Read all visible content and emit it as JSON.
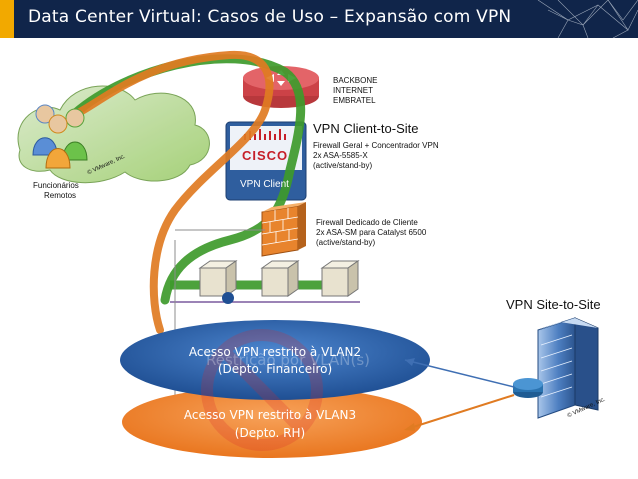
{
  "title": "Data Center Virtual: Casos de Uso – Expansão com VPN",
  "nodes": {
    "remote_users": {
      "label_line1": "Funcionários",
      "label_line2": "Remotos",
      "vendor": "© VMware, Inc."
    },
    "backbone": {
      "line1": "BACKBONE",
      "line2": "INTERNET",
      "line3": "EMBRATEL"
    },
    "vpn_client_to_site": {
      "heading": "VPN Client-to-Site",
      "line1": "Firewall Geral + Concentrador VPN",
      "line2": "2x ASA-5585-X",
      "line3": "(active/stand-by)",
      "logo_text": "CISCO",
      "badge": "VPN Client"
    },
    "customer_firewall": {
      "line1": "Firewall Dedicado de Cliente",
      "line2": "2x ASA-SM para Catalyst 6500",
      "line3": "(active/stand-by)"
    },
    "site_to_site": {
      "heading": "VPN Site-to-Site",
      "vendor": "© VMware, Inc."
    }
  },
  "zones": {
    "vlan2": {
      "line1": "Acesso VPN restrito à VLAN2",
      "line2": "(Depto. Financeiro)",
      "color": "#2f67b0"
    },
    "vlan3": {
      "line1": "Acesso VPN restrito à VLAN3",
      "line2": "(Depto. RH)",
      "color": "#f0852f"
    },
    "watermark": "Restrição por VLAN(s)"
  },
  "colors": {
    "header_bg": "#10254a",
    "header_accent": "#f2a900",
    "green_path": "#3e9a2b",
    "orange_path": "#e07b22"
  }
}
